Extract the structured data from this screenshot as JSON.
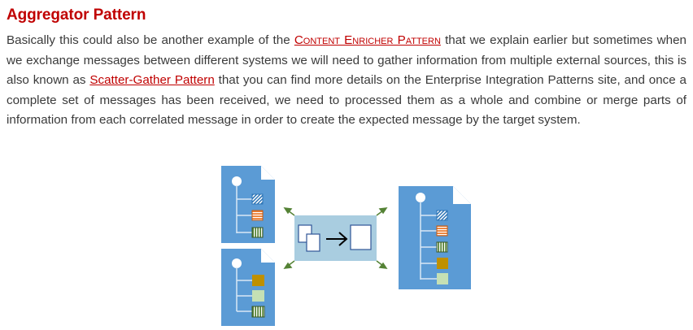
{
  "section": {
    "heading": "Aggregator Pattern",
    "paragraph": {
      "text_1": "Basically this could also be another example of the ",
      "link_1": "Content Enricher Pattern",
      "text_2": " that we explain earlier but sometimes when we exchange messages between different systems we will need to gather information from multiple external sources, this is also known as ",
      "link_2": "Scatter-Gather Pattern",
      "text_3": " that you can find more details on the Enterprise Integration Patterns site, and once a complete set of messages has been received, we need to processed them as a whole and combine or merge parts of information from each correlated message in order to create the expected message by the target system."
    }
  },
  "colors": {
    "heading": "#c00000",
    "link": "#c00000",
    "body_text": "#3a3a3a",
    "document_blue": "#5b9bd5",
    "aggregator_box": "#a9cde0",
    "arrow_green": "#548235"
  },
  "diagram": {
    "input_documents": [
      {
        "name": "input-message-1",
        "parts": [
          "hatched-blue",
          "striped-orange",
          "barred-green"
        ]
      },
      {
        "name": "input-message-2",
        "parts": [
          "solid-gold",
          "solid-light-green",
          "barred-green"
        ]
      }
    ],
    "aggregator": {
      "icon": "aggregator-icon"
    },
    "output_document": {
      "name": "aggregated-message",
      "parts": [
        "hatched-blue",
        "striped-orange",
        "barred-green",
        "solid-gold",
        "solid-light-green"
      ]
    }
  }
}
